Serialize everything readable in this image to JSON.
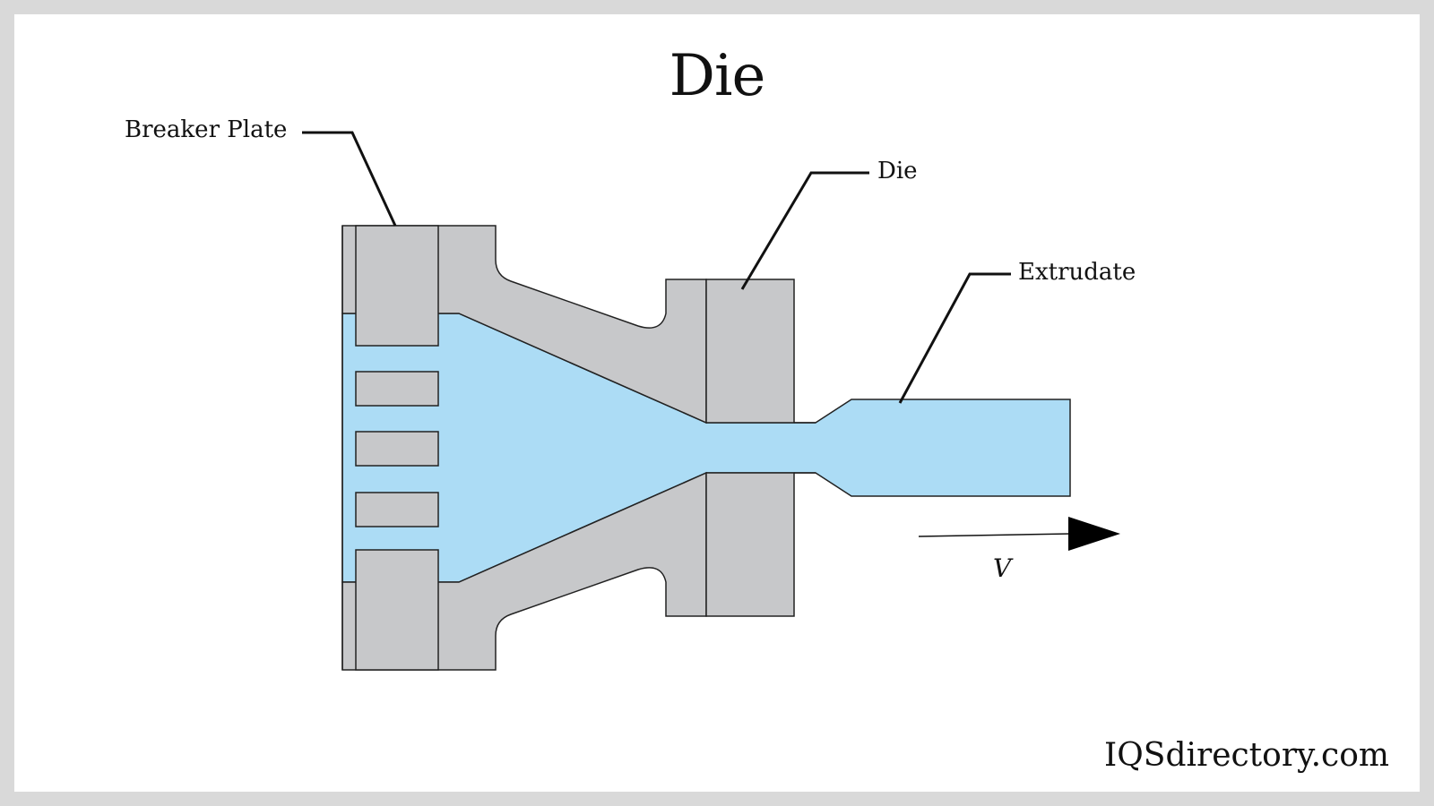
{
  "title": "Die",
  "labels": {
    "breaker_plate": "Breaker Plate",
    "die": "Die",
    "extrudate": "Extrudate",
    "velocity": "V"
  },
  "watermark": "IQSdirectory.com",
  "colors": {
    "metal": "#c7c8ca",
    "polymer": "#acdcf5",
    "outline": "#222222",
    "background": "#ffffff",
    "border": "#d9d9d9"
  }
}
